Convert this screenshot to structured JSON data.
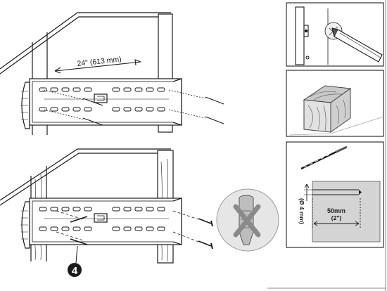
{
  "top_panel": {
    "stud_spacing_label": "24\" (613 mm)"
  },
  "bottom_panel": {
    "step_number": "4"
  },
  "drill_inset": {
    "diameter_label": "(Ø 4 mm)",
    "depth_label": "50mm",
    "depth_label_in": "(2\")"
  },
  "colors": {
    "line": "#1a1a1a",
    "panel_border": "#333333",
    "grey_fill": "#bdbdbd",
    "light_grey": "#e4e4e4"
  }
}
